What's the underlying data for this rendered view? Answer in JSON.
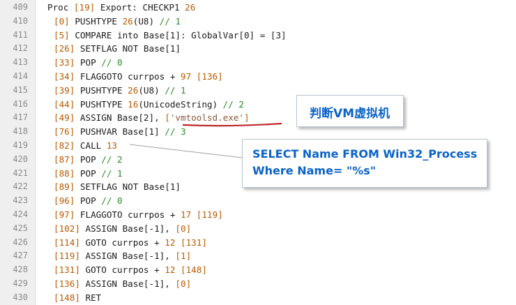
{
  "code_lines": [
    {
      "num": "409",
      "parts": [
        {
          "t": "Proc ",
          "c": "br"
        },
        {
          "t": "[19]",
          "c": "nm"
        },
        {
          "t": " Export: CHECKP1 ",
          "c": "br"
        },
        {
          "t": "26",
          "c": "nm"
        }
      ]
    },
    {
      "num": "410",
      "indent": true,
      "parts": [
        {
          "t": "[0]",
          "c": "nm"
        },
        {
          "t": " PUSHTYPE ",
          "c": "br"
        },
        {
          "t": "26",
          "c": "nm"
        },
        {
          "t": "(U8) ",
          "c": "br"
        },
        {
          "t": "// 1",
          "c": "cm"
        }
      ]
    },
    {
      "num": "411",
      "indent": true,
      "parts": [
        {
          "t": "[5]",
          "c": "nm"
        },
        {
          "t": " COMPARE into Base[1]: GlobalVar[0] = [3]",
          "c": "br"
        }
      ]
    },
    {
      "num": "412",
      "indent": true,
      "parts": [
        {
          "t": "[26]",
          "c": "nm"
        },
        {
          "t": " SETFLAG NOT Base[1]",
          "c": "br"
        }
      ]
    },
    {
      "num": "413",
      "indent": true,
      "parts": [
        {
          "t": "[33]",
          "c": "nm"
        },
        {
          "t": " POP ",
          "c": "br"
        },
        {
          "t": "// 0",
          "c": "cm"
        }
      ]
    },
    {
      "num": "414",
      "indent": true,
      "parts": [
        {
          "t": "[34]",
          "c": "nm"
        },
        {
          "t": " FLAGGOTO currpos + ",
          "c": "br"
        },
        {
          "t": "97",
          "c": "nm"
        },
        {
          "t": " ",
          "c": "br"
        },
        {
          "t": "[136]",
          "c": "nm"
        }
      ]
    },
    {
      "num": "415",
      "indent": true,
      "parts": [
        {
          "t": "[39]",
          "c": "nm"
        },
        {
          "t": " PUSHTYPE ",
          "c": "br"
        },
        {
          "t": "26",
          "c": "nm"
        },
        {
          "t": "(U8) ",
          "c": "br"
        },
        {
          "t": "// 1",
          "c": "cm"
        }
      ]
    },
    {
      "num": "416",
      "indent": true,
      "parts": [
        {
          "t": "[44]",
          "c": "nm"
        },
        {
          "t": " PUSHTYPE ",
          "c": "br"
        },
        {
          "t": "16",
          "c": "nm"
        },
        {
          "t": "(UnicodeString) ",
          "c": "br"
        },
        {
          "t": "// 2",
          "c": "cm"
        }
      ]
    },
    {
      "num": "417",
      "indent": true,
      "parts": [
        {
          "t": "[49]",
          "c": "nm"
        },
        {
          "t": " ASSIGN Base[2], ",
          "c": "br"
        },
        {
          "t": "[",
          "c": "nm"
        },
        {
          "t": "'vmtoolsd.exe'",
          "c": "st"
        },
        {
          "t": "]",
          "c": "nm"
        }
      ]
    },
    {
      "num": "418",
      "indent": true,
      "parts": [
        {
          "t": "[76]",
          "c": "nm"
        },
        {
          "t": " PUSHVAR Base[1] ",
          "c": "br"
        },
        {
          "t": "// 3",
          "c": "cm"
        }
      ]
    },
    {
      "num": "419",
      "indent": true,
      "parts": [
        {
          "t": "[82]",
          "c": "nm"
        },
        {
          "t": " CALL ",
          "c": "br"
        },
        {
          "t": "13",
          "c": "nm"
        }
      ]
    },
    {
      "num": "420",
      "indent": true,
      "parts": [
        {
          "t": "[87]",
          "c": "nm"
        },
        {
          "t": " POP ",
          "c": "br"
        },
        {
          "t": "// 2",
          "c": "cm"
        }
      ]
    },
    {
      "num": "421",
      "indent": true,
      "parts": [
        {
          "t": "[88]",
          "c": "nm"
        },
        {
          "t": " POP ",
          "c": "br"
        },
        {
          "t": "// 1",
          "c": "cm"
        }
      ]
    },
    {
      "num": "422",
      "indent": true,
      "parts": [
        {
          "t": "[89]",
          "c": "nm"
        },
        {
          "t": " SETFLAG NOT Base[1]",
          "c": "br"
        }
      ]
    },
    {
      "num": "423",
      "indent": true,
      "parts": [
        {
          "t": "[96]",
          "c": "nm"
        },
        {
          "t": " POP ",
          "c": "br"
        },
        {
          "t": "// 0",
          "c": "cm"
        }
      ]
    },
    {
      "num": "424",
      "indent": true,
      "parts": [
        {
          "t": "[97]",
          "c": "nm"
        },
        {
          "t": " FLAGGOTO currpos + ",
          "c": "br"
        },
        {
          "t": "17",
          "c": "nm"
        },
        {
          "t": " ",
          "c": "br"
        },
        {
          "t": "[119]",
          "c": "nm"
        }
      ]
    },
    {
      "num": "425",
      "indent": true,
      "parts": [
        {
          "t": "[102]",
          "c": "nm"
        },
        {
          "t": " ASSIGN Base[-1], ",
          "c": "br"
        },
        {
          "t": "[0]",
          "c": "nm"
        }
      ]
    },
    {
      "num": "426",
      "indent": true,
      "parts": [
        {
          "t": "[114]",
          "c": "nm"
        },
        {
          "t": " GOTO currpos + ",
          "c": "br"
        },
        {
          "t": "12",
          "c": "nm"
        },
        {
          "t": " ",
          "c": "br"
        },
        {
          "t": "[131]",
          "c": "nm"
        }
      ]
    },
    {
      "num": "427",
      "indent": true,
      "parts": [
        {
          "t": "[119]",
          "c": "nm"
        },
        {
          "t": " ASSIGN Base[-1], ",
          "c": "br"
        },
        {
          "t": "[1]",
          "c": "nm"
        }
      ]
    },
    {
      "num": "428",
      "indent": true,
      "parts": [
        {
          "t": "[131]",
          "c": "nm"
        },
        {
          "t": " GOTO currpos + ",
          "c": "br"
        },
        {
          "t": "12",
          "c": "nm"
        },
        {
          "t": " ",
          "c": "br"
        },
        {
          "t": "[148]",
          "c": "nm"
        }
      ]
    },
    {
      "num": "429",
      "indent": true,
      "parts": [
        {
          "t": "[136]",
          "c": "nm"
        },
        {
          "t": " ASSIGN Base[-1], ",
          "c": "br"
        },
        {
          "t": "[0]",
          "c": "nm"
        }
      ]
    },
    {
      "num": "430",
      "indent": true,
      "parts": [
        {
          "t": "[148]",
          "c": "nm"
        },
        {
          "t": " RET",
          "c": "br"
        }
      ]
    }
  ],
  "annotations": {
    "vm_check": "判断VM虚拟机",
    "sql_line1": "SELECT Name FROM Win32_Process",
    "sql_line2": "Where Name= \"%s\""
  },
  "colors": {
    "gutter_bg": "#efefef",
    "line_number": "#8a8a8a",
    "keyword_text": "#1a1a1a",
    "number": "#b85a00",
    "comment": "#2a8a2a",
    "string": "#8a5a3c",
    "callout_text": "#0b63c6",
    "annotation_underline": "#c0262c"
  }
}
